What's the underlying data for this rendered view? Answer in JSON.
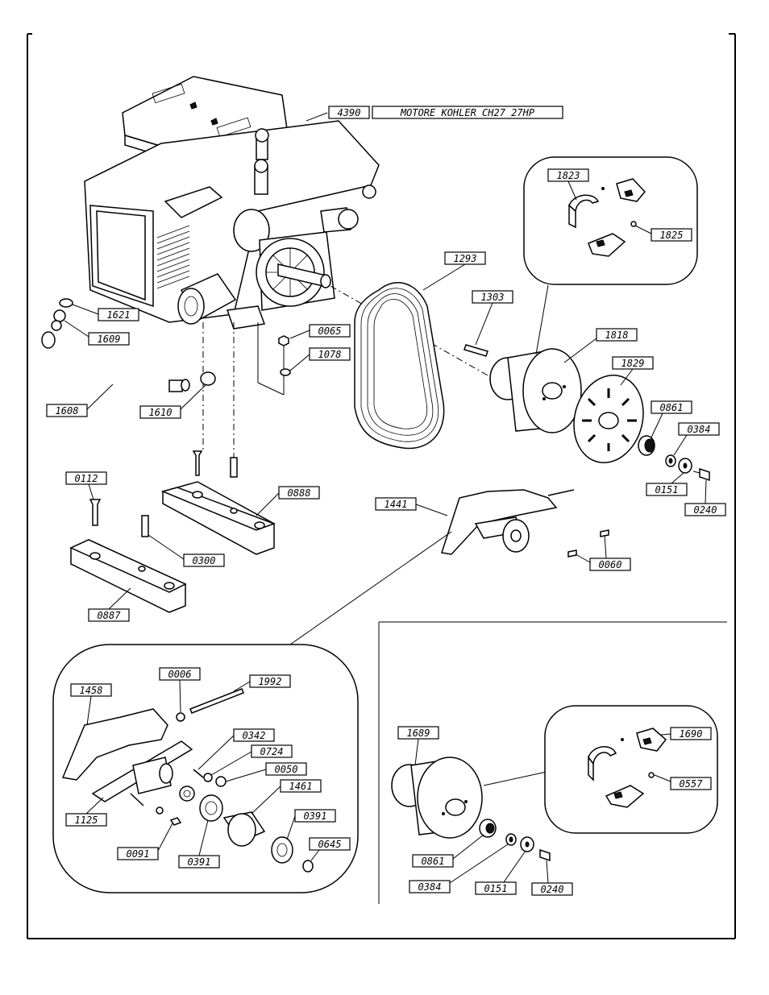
{
  "title_label": "MOTORE KOHLER CH27 27HP",
  "parts": {
    "p4390": "4390",
    "p1823": "1823",
    "p1825": "1825",
    "p1293": "1293",
    "p1303": "1303",
    "p1818": "1818",
    "p1829": "1829",
    "p0861a": "0861",
    "p0384a": "0384",
    "p0151a": "0151",
    "p0240a": "0240",
    "p1621": "1621",
    "p1609": "1609",
    "p1608": "1608",
    "p1610": "1610",
    "p0065": "0065",
    "p1078": "1078",
    "p0888": "0888",
    "p0112": "0112",
    "p0300": "0300",
    "p0887": "0887",
    "p1441": "1441",
    "p0060": "0060",
    "p0006": "0006",
    "p1992": "1992",
    "p1458": "1458",
    "p0342": "0342",
    "p0724": "0724",
    "p0050": "0050",
    "p1461": "1461",
    "p1125": "1125",
    "p0391a": "0391",
    "p0391b": "0391",
    "p0645": "0645",
    "p0091": "0091",
    "p1689": "1689",
    "p1690": "1690",
    "p0557": "0557",
    "p0861b": "0861",
    "p0384b": "0384",
    "p0151b": "0151",
    "p0240b": "0240"
  }
}
